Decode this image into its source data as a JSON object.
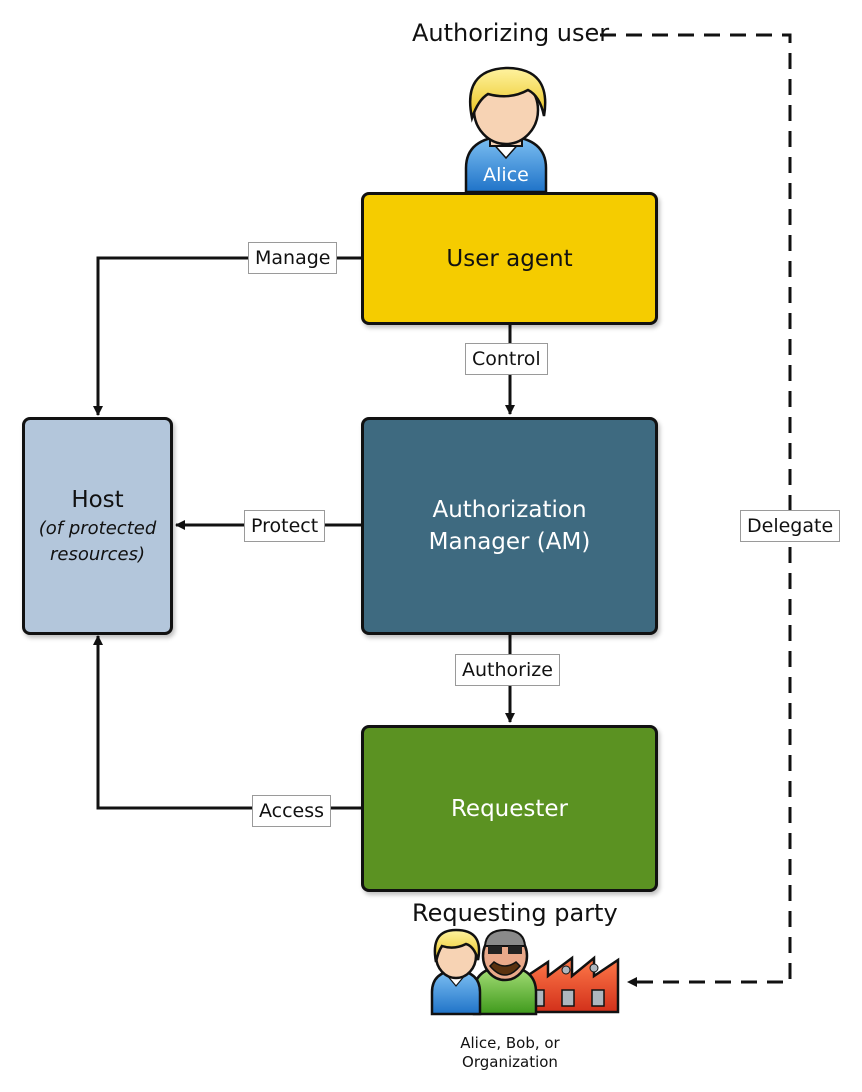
{
  "authorizing_user": {
    "title": "Authorizing user",
    "avatar_label": "Alice"
  },
  "boxes": {
    "user_agent": {
      "label": "User agent",
      "color": "#f5cc00"
    },
    "am": {
      "label_line1": "Authorization",
      "label_line2": "Manager (AM)",
      "color": "#3e6a80"
    },
    "requester": {
      "label": "Requester",
      "color": "#5b9222"
    },
    "host": {
      "label": "Host",
      "sub_line1": "(of protected",
      "sub_line2": "resources)",
      "color": "#b3c6db"
    }
  },
  "edges": {
    "manage": "Manage",
    "control": "Control",
    "protect": "Protect",
    "authorize": "Authorize",
    "access": "Access",
    "delegate": "Delegate"
  },
  "requesting_party": {
    "title": "Requesting party",
    "caption_line1": "Alice, Bob, or",
    "caption_line2": "Organization"
  }
}
